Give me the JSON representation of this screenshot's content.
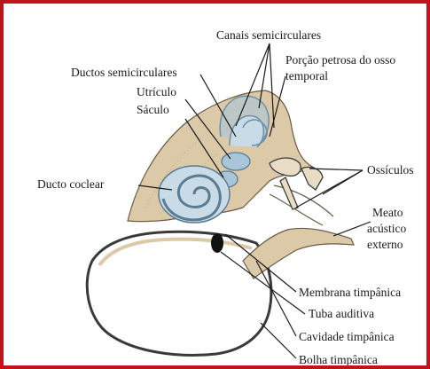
{
  "labels": {
    "canais": "Canais semicirculares",
    "porcao_l1": "Porção petrosa do osso",
    "porcao_l2": "temporal",
    "ductos": "Ductos semicirculares",
    "utriculo": "Utrículo",
    "saculo": "Sáculo",
    "ossiculos": "Ossículos",
    "ducto_coclear": "Ducto coclear",
    "meato_l1": "Meato",
    "meato_l2": "acústico",
    "meato_l3": "externo",
    "membrana": "Membrana timpânica",
    "tuba": "Tuba auditiva",
    "cavidade": "Cavidade timpânica",
    "bolha": "Bolha timpânica"
  },
  "colors": {
    "border": "#c0141c",
    "bone": "#dcc9a8",
    "labyrinth": "#a9c6d8",
    "line": "#1a1a1a"
  }
}
